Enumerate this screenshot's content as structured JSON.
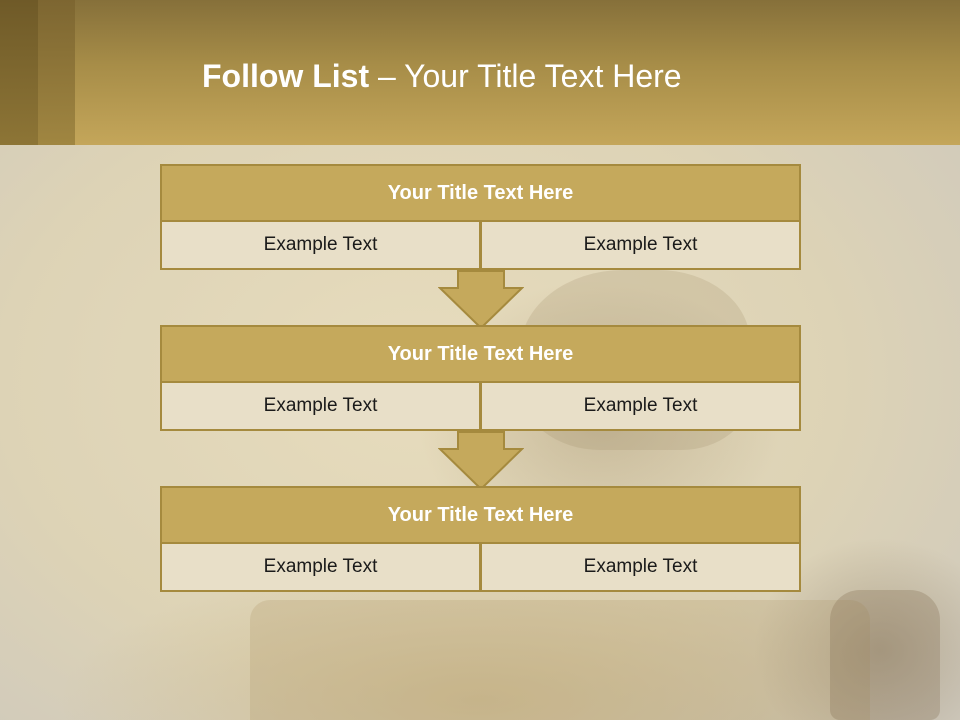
{
  "slide": {
    "title_bold": "Follow List",
    "title_rest": " – Your Title Text Here"
  },
  "blocks": [
    {
      "title": "Your Title Text Here",
      "left": "Example Text",
      "right": "Example Text"
    },
    {
      "title": "Your Title Text Here",
      "left": "Example Text",
      "right": "Example Text"
    },
    {
      "title": "Your Title Text Here",
      "left": "Example Text",
      "right": "Example Text"
    }
  ],
  "colors": {
    "header_gold": "#c4a65a",
    "block_title_fill": "#c5a95c",
    "block_border": "#a58a3e",
    "cell_fill": "#e8dfc8"
  },
  "icons": {
    "connector": "down-arrow-icon"
  }
}
